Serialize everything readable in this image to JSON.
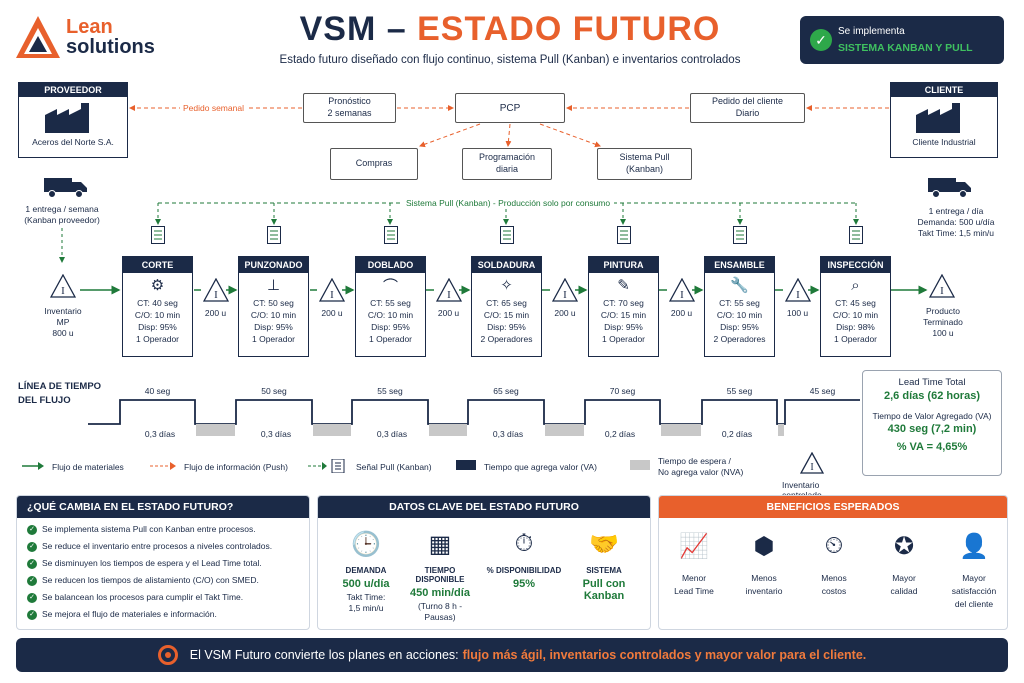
{
  "logo": {
    "line1": "Lean",
    "line2": "solutions"
  },
  "header": {
    "title_a": "VSM – ",
    "title_b": "ESTADO FUTURO",
    "subtitle": "Estado futuro diseñado con flujo continuo, sistema Pull (Kanban) e inventarios controlados"
  },
  "badge": {
    "line1": "Se implementa",
    "line2": "SISTEMA KANBAN Y PULL"
  },
  "supplier": {
    "header": "PROVEEDOR",
    "name": "Aceros del Norte S.A.",
    "delivery": "1 entrega / semana\n(Kanban proveedor)"
  },
  "customer": {
    "header": "CLIENTE",
    "name": "Cliente Industrial",
    "delivery": "1 entrega / día",
    "demand": "Demanda: 500 u/día",
    "takt": "Takt Time: 1,5 min/u"
  },
  "info": {
    "weekly_order": "Pedido semanal",
    "forecast": "Pronóstico\n2 semanas",
    "pcp": "PCP",
    "customer_order": "Pedido del cliente\nDiario",
    "purchases": "Compras",
    "daily_schedule": "Programación\ndiaria",
    "pull_system": "Sistema Pull\n(Kanban)",
    "pull_line": "Sistema Pull (Kanban) - Producción solo por consumo"
  },
  "inventory_start": {
    "label": "Inventario\nMP",
    "qty": "800 u"
  },
  "inventory_end": {
    "label": "Producto\nTerminado",
    "qty": "100 u"
  },
  "processes": [
    {
      "name": "CORTE",
      "icon": "saw-icon",
      "ct": "CT: 40 seg",
      "co": "C/O: 10 min",
      "disp": "Disp: 95%",
      "ops": "1 Operador"
    },
    {
      "name": "PUNZONADO",
      "icon": "punch-icon",
      "ct": "CT: 50 seg",
      "co": "C/O: 10 min",
      "disp": "Disp: 95%",
      "ops": "1 Operador"
    },
    {
      "name": "DOBLADO",
      "icon": "bend-icon",
      "ct": "CT: 55 seg",
      "co": "C/O: 10 min",
      "disp": "Disp: 95%",
      "ops": "1 Operador"
    },
    {
      "name": "SOLDADURA",
      "icon": "weld-icon",
      "ct": "CT: 65 seg",
      "co": "C/O: 15 min",
      "disp": "Disp: 95%",
      "ops": "2 Operadores"
    },
    {
      "name": "PINTURA",
      "icon": "spray-icon",
      "ct": "CT: 70 seg",
      "co": "C/O: 15 min",
      "disp": "Disp: 95%",
      "ops": "1 Operador"
    },
    {
      "name": "ENSAMBLE",
      "icon": "wrench-icon",
      "ct": "CT: 55 seg",
      "co": "C/O: 10 min",
      "disp": "Disp: 95%",
      "ops": "2 Operadores"
    },
    {
      "name": "INSPECCIÓN",
      "icon": "magnifier-icon",
      "ct": "CT: 45 seg",
      "co": "C/O: 10 min",
      "disp": "Disp: 98%",
      "ops": "1 Operador"
    }
  ],
  "inter_inventory": [
    "200 u",
    "200 u",
    "200 u",
    "200 u",
    "200 u",
    "100 u"
  ],
  "timeline": {
    "title": "LÍNEA DE TIEMPO\nDEL FLUJO",
    "va": [
      "40 seg",
      "50 seg",
      "55 seg",
      "65 seg",
      "70 seg",
      "55 seg",
      "45 seg"
    ],
    "nva": [
      "0,3 días",
      "0,3 días",
      "0,3 días",
      "0,3 días",
      "0,2 días",
      "0,2 días"
    ]
  },
  "summary": {
    "lt_label": "Lead Time Total",
    "lt_value": "2,6 días (62 horas)",
    "va_label": "Tiempo de Valor Agregado (VA)",
    "va_value": "430 seg (7,2 min)",
    "pct": "% VA = 4,65%"
  },
  "legend": {
    "material": "Flujo de materiales",
    "info": "Flujo de información (Push)",
    "pull": "Señal Pull (Kanban)",
    "va": "Tiempo que agrega valor (VA)",
    "nva": "Tiempo de espera /\nNo agrega valor (NVA)",
    "inv": "Inventario controlado"
  },
  "changes": {
    "title": "¿QUÉ CAMBIA EN EL ESTADO FUTURO?",
    "items": [
      "Se implementa sistema Pull con Kanban entre procesos.",
      "Se reduce el inventario entre procesos a niveles controlados.",
      "Se disminuyen los tiempos de espera y el Lead Time total.",
      "Se reducen los tiempos de alistamiento (C/O) con SMED.",
      "Se balancean los procesos para cumplir el Takt Time.",
      "Se mejora el flujo de materiales e información."
    ]
  },
  "key_data": {
    "title": "DATOS CLAVE DEL ESTADO FUTURO",
    "items": [
      {
        "icon": "clock-icon",
        "label": "DEMANDA",
        "value": "500 u/día",
        "sub": "Takt Time:\n1,5 min/u"
      },
      {
        "icon": "calendar-icon",
        "label": "TIEMPO DISPONIBLE",
        "value": "450 min/día",
        "sub": "(Turno 8 h -\nPausas)"
      },
      {
        "icon": "stopwatch-icon",
        "label": "% DISPONIBILIDAD",
        "value": "95%",
        "sub": ""
      },
      {
        "icon": "handshake-icon",
        "label": "SISTEMA",
        "value": "Pull con Kanban",
        "sub": ""
      }
    ]
  },
  "benefits": {
    "title": "BENEFICIOS ESPERADOS",
    "items": [
      {
        "icon": "growth-chart-icon",
        "label": "Menor\nLead Time"
      },
      {
        "icon": "boxes-icon",
        "label": "Menos\ninventario"
      },
      {
        "icon": "cost-clock-icon",
        "label": "Menos\ncostos"
      },
      {
        "icon": "medal-icon",
        "label": "Mayor\ncalidad"
      },
      {
        "icon": "person-icon",
        "label": "Mayor satisfacción\ndel cliente"
      }
    ]
  },
  "footer": {
    "text_a": "El VSM Futuro convierte los planes en acciones: ",
    "text_b": "flujo más ágil, inventarios controlados y mayor valor para el cliente."
  },
  "colors": {
    "navy": "#1b2a47",
    "orange": "#e8602c",
    "green": "#1f7a3a",
    "gray": "#c8c8c8"
  }
}
